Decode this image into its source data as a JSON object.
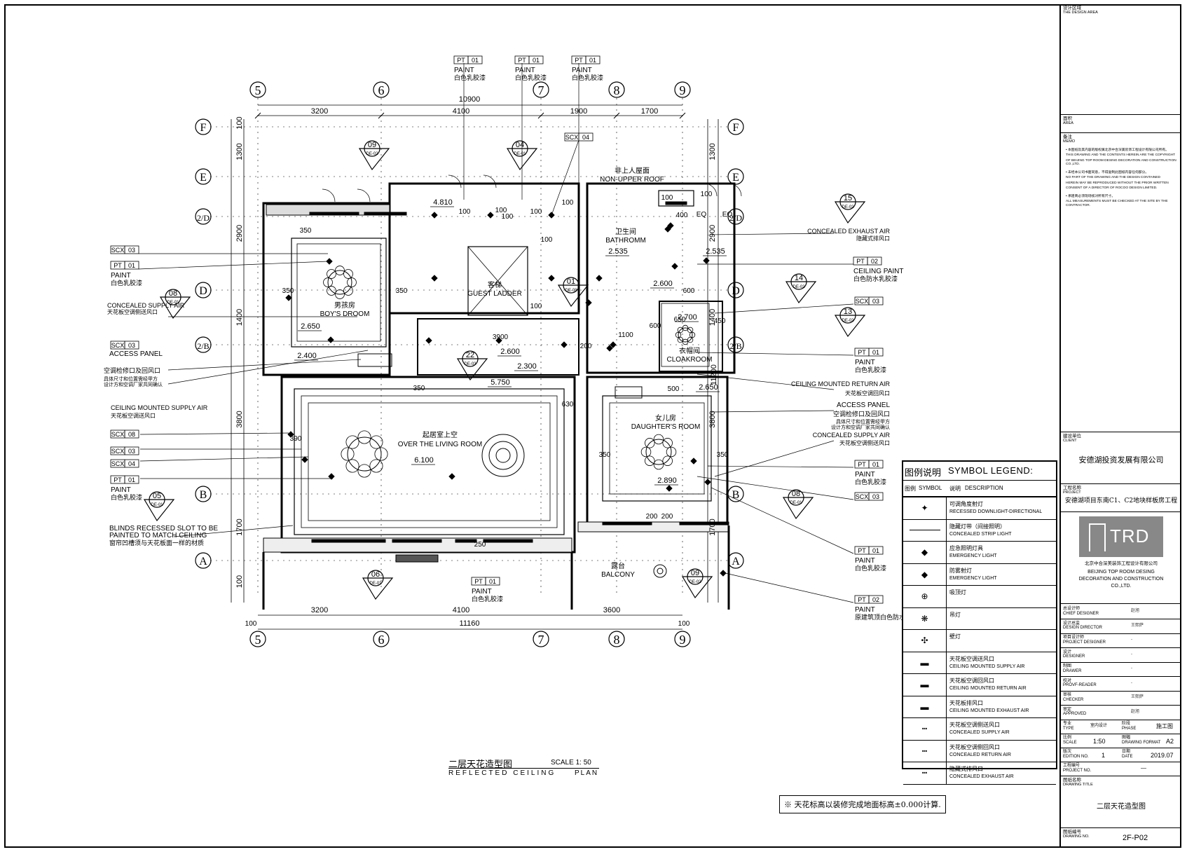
{
  "grid": {
    "columns": [
      "5",
      "6",
      "7",
      "8",
      "9"
    ],
    "rows": [
      "F",
      "E",
      "2/D",
      "D",
      "2/B",
      "B",
      "A"
    ]
  },
  "dims": {
    "top_total": "10900",
    "top_segments": [
      "3200",
      "4100",
      "1900",
      "1700"
    ],
    "bottom_total": "11160",
    "bottom_segments": [
      "3200",
      "4100",
      "3600"
    ],
    "bottom_edges": [
      "100",
      "100"
    ],
    "left_segments": [
      "100",
      "1300",
      "2900",
      "1400",
      "3800",
      "1700",
      "100"
    ],
    "right_total": "11200",
    "right_segments": [
      "1300",
      "2900",
      "1400",
      "3800",
      "1700"
    ]
  },
  "rooms": {
    "non_upper_roof_zh": "非上人屋面",
    "non_upper_roof_en": "NON-UPPER ROOF",
    "bathroom_zh": "卫生间",
    "bathroom_en": "BATHROMM",
    "boys_room_zh": "男孩房",
    "boys_room_en": "BOY'S  DROOM",
    "guest_ladder_zh": "客梯",
    "guest_ladder_en": "GUEST LADDER",
    "cloakroom_zh": "衣帽间",
    "cloakroom_en": "CLOAKROOM",
    "living_zh": "起居室上空",
    "living_en": "OVER THE LIVING ROOM",
    "daughter_zh": "女儿房",
    "daughter_en": "DAUGHTER'S ROOM",
    "balcony_zh": "露台",
    "balcony_en": "BALCONY"
  },
  "levels": [
    "4.810",
    "2.535",
    "2.535",
    "2.600",
    "2.700",
    "2.650",
    "2.400",
    "2.600",
    "2.300",
    "5.750",
    "2.650",
    "6.100",
    "2.890"
  ],
  "small_dims": [
    "100",
    "100",
    "100",
    "100",
    "350",
    "350",
    "350",
    "100",
    "400",
    "100",
    "600",
    "600",
    "1100",
    "450",
    "650",
    "3900",
    "200",
    "500",
    "350",
    "390",
    "350",
    "350",
    "630",
    "250",
    "200",
    "200",
    "100",
    "EQ",
    "EQ",
    "100",
    "100"
  ],
  "callouts": [
    {
      "code": "PT",
      "num": "01",
      "en": "PAINT",
      "zh": "白色乳胶漆"
    },
    {
      "code": "PT",
      "num": "01",
      "en": "PAINT",
      "zh": "白色乳胶漆"
    },
    {
      "code": "PT",
      "num": "01",
      "en": "PAINT",
      "zh": "白色乳胶漆"
    },
    {
      "code": "SCX",
      "num": "04"
    },
    {
      "code": "SCX",
      "num": "03"
    },
    {
      "code": "PT",
      "num": "01",
      "en": "PAINT",
      "zh": "白色乳胶漆"
    },
    {
      "code": "SCX",
      "num": "03"
    },
    {
      "code": "SCX",
      "num": "08"
    },
    {
      "code": "SCX",
      "num": "03"
    },
    {
      "code": "SCX",
      "num": "04"
    },
    {
      "code": "PT",
      "num": "01",
      "en": "PAINT",
      "zh": "白色乳胶漆"
    },
    {
      "code": "PT",
      "num": "01",
      "en": "PAINT",
      "zh": "白色乳胶漆"
    },
    {
      "code": "PT",
      "num": "02",
      "en": "CEILING PAINT",
      "zh": "白色防水乳胶漆"
    },
    {
      "code": "SCX",
      "num": "03"
    },
    {
      "code": "PT",
      "num": "01",
      "en": "PAINT",
      "zh": "白色乳胶漆"
    },
    {
      "code": "PT",
      "num": "01",
      "en": "PAINT",
      "zh": "白色乳胶漆"
    },
    {
      "code": "SCX",
      "num": "03"
    },
    {
      "code": "PT",
      "num": "01",
      "en": "PAINT",
      "zh": "白色乳胶漆"
    },
    {
      "code": "PT",
      "num": "02",
      "en": "PAINT",
      "zh": "原建筑顶白色防水乳胶漆"
    }
  ],
  "notes_left": {
    "concealed_supply_en": "CONCEALED SUPPLY AIR",
    "concealed_supply_zh": "天花板空调侧送风口",
    "access_panel_en": "ACCESS PANEL",
    "ac_access_zh": "空调检修口及回风口",
    "ac_access_zh2": "具体尺寸和位置需经甲方",
    "ac_access_zh3": "设计方和空调厂家共同确认",
    "ceiling_supply_en": "CEILING MOUNTED SUPPLY AIR",
    "ceiling_supply_zh": "天花板空调送风口",
    "blinds_en1": "BLINDS RECESSED SLOT TO BE",
    "blinds_en2": "PAINTED TO MATCH CEILING",
    "blinds_zh": "窗帘凹槽须与天花板面一样的材质"
  },
  "notes_right": {
    "exhaust_en": "CONCEALED EXHAUST AIR",
    "exhaust_zh": "隐藏式排风口",
    "return_en": "CEILING MOUNTED RETURN AIR",
    "return_zh": "天花板空调回风口",
    "access_en": "ACCESS PANEL",
    "access_zh": "空调检修口及回风口",
    "access_zh2": "具体尺寸和位置需经甲方",
    "access_zh3": "设计方和空调厂家共同确认",
    "supply_en": "CONCEALED SUPPLY AIR",
    "supply_zh": "天花板空调侧送风口"
  },
  "section_marks": [
    {
      "num": "09",
      "ref": "DE-02"
    },
    {
      "num": "04",
      "ref": "DE-01"
    },
    {
      "num": "15",
      "ref": "DE-02"
    },
    {
      "num": "08",
      "ref": "DE-01"
    },
    {
      "num": "01",
      "ref": "DE-03"
    },
    {
      "num": "14",
      "ref": "DE-02"
    },
    {
      "num": "13",
      "ref": "DE-02"
    },
    {
      "num": "22",
      "ref": "DE-03"
    },
    {
      "num": "05",
      "ref": "DE-01"
    },
    {
      "num": "06",
      "ref": "DE-01"
    },
    {
      "num": "09",
      "ref": "DE-02"
    },
    {
      "num": "08",
      "ref": "DE-01"
    }
  ],
  "drawing_title": {
    "zh": "二层天花造型图",
    "scale": "SCALE  1:  50",
    "en": "REFLECTED  CEILING",
    "en2": "PLAN"
  },
  "note": "※  天花标高以装修完成地面标高±0.000计算.",
  "legend": {
    "title_zh": "图例说明",
    "title_en": "SYMBOL  LEGEND:",
    "col1_zh": "图例",
    "col1_en": "SYMBOL",
    "col2_zh": "说明",
    "col2_en": "DESCRIPTION",
    "items": [
      {
        "icon": "directional-downlight-icon",
        "glyph": "✦",
        "zh": "可调角度射灯",
        "en": "RECESSED DOWNLIGHT-DIRECTIONAL"
      },
      {
        "icon": "strip-light-icon",
        "glyph": "",
        "zh": "隐藏灯带（间接照明）",
        "en": "CONCEALED STRIP LIGHT"
      },
      {
        "icon": "emergency-light-icon",
        "glyph": "◆",
        "zh": "应急照明灯具",
        "en": "EMERGENCY LIGHT"
      },
      {
        "icon": "fog-light-icon",
        "glyph": "◆",
        "zh": "防雾射灯",
        "en": "EMERGENCY LIGHT"
      },
      {
        "icon": "ceiling-lamp-icon",
        "glyph": "⊕",
        "zh": "吸顶灯",
        "en": ""
      },
      {
        "icon": "chandelier-icon",
        "glyph": "❋",
        "zh": "吊灯",
        "en": ""
      },
      {
        "icon": "wall-lamp-icon",
        "glyph": "✣",
        "zh": "壁灯",
        "en": ""
      },
      {
        "icon": "supply-air-icon",
        "glyph": "▬",
        "zh": "天花板空调送风口",
        "en": "CEILING MOUNTED SUPPLY AIR"
      },
      {
        "icon": "return-air-icon",
        "glyph": "▬",
        "zh": "天花板空调回风口",
        "en": "CEILING MOUNTED RETURN AIR"
      },
      {
        "icon": "exhaust-air-icon",
        "glyph": "▬",
        "zh": "天花板排风口",
        "en": "CEILING MOUNTED EXHAUST AIR"
      },
      {
        "icon": "concealed-supply-icon",
        "glyph": "┅",
        "zh": "天花板空调侧送风口",
        "en": "CONCEALED SUPPLY AIR"
      },
      {
        "icon": "concealed-return-icon",
        "glyph": "┅",
        "zh": "天花板空调侧回风口",
        "en": "CONCEALED RETURN AIR"
      },
      {
        "icon": "concealed-exhaust-icon",
        "glyph": "┅",
        "zh": "隐藏式排风口",
        "en": "CONCEALED EXHAUST AIR"
      }
    ]
  },
  "title_block": {
    "design_area_zh": "设计区域",
    "design_area_en": "THE DESIGN AREA",
    "area_zh": "面积",
    "area_en": "AREA",
    "memo_zh": "备注",
    "memo_en": "MEMO",
    "memo_lines": [
      "• 本图纸及其内容的版权属北京中合深美装饰工程设计有限公司所有。",
      "THIS DRAWING AND THE CONTENTS HEREIN ARE THE COPYRIGHT",
      "OF BEIJING TOP ROOM DESING DECORATION AND CONSTRUCTION CO.,LTD.",
      "• 未经本公司书面同意，不得复制此图纸内容任何部分。",
      "NO PART OF THE DRAWING AND THE DESIGN CONTAINED",
      "HEREIN MAY BE REPRODUCED WITHOUT THE PRIOR WRITTEN",
      "CONSENT OF A DIRECTOR OF ROCOO DESIGN LIMITED.",
      "• 承建商必须现场核对所有尺寸。",
      "ALL MEASUREMENTS MUST BE CHECKED AT THE SITE BY THE CONTRACTOR."
    ],
    "client_zh": "建设单位",
    "client_en": "CLIENT",
    "client_name": "安德湖投资发展有限公司",
    "project_zh": "工程名称",
    "project_en": "PROJECT",
    "project_name": "安德湖项目东南C1、C2地块样板房工程",
    "logo_text": "TRD",
    "company_zh": "北京中合深美装饰工程设计有限公司",
    "company_en1": "BEIJING TOP ROOM DESING",
    "company_en2": "DECORATION AND CONSTRUCTION",
    "company_en3": "CO.,LTD.",
    "staff": [
      {
        "zh": "总设计师",
        "en": "CHIEF DESIGNER",
        "name": "赵旭"
      },
      {
        "zh": "设计总监",
        "en": "DESIGN DIRECTOR",
        "name": "王熙萨"
      },
      {
        "zh": "项目设计师",
        "en": "PROJECT DESIGNER",
        "name": "-"
      },
      {
        "zh": "设计",
        "en": "DESIGNER",
        "name": "-"
      },
      {
        "zh": "制图",
        "en": "DRAWER",
        "name": "-"
      },
      {
        "zh": "校对",
        "en": "PROVF-READER",
        "name": "-"
      },
      {
        "zh": "审核",
        "en": "CHECKER",
        "name": "王熙萨"
      },
      {
        "zh": "审定",
        "en": "APPROVED",
        "name": "赵旭"
      }
    ],
    "type_zh": "专业",
    "type_en": "TYPE",
    "type_val": "室内设计",
    "phase_zh": "阶段",
    "phase_en": "PHASE",
    "phase_val": "施工图",
    "scale_zh": "比例",
    "scale_en": "SCALE",
    "scale_val": "1:50",
    "format_zh": "图幅",
    "format_en": "DRAWING FORMAT",
    "format_val": "A2",
    "edition_zh": "版次",
    "edition_en": "EDITION NO.",
    "edition_val": "1",
    "date_zh": "日期",
    "date_en": "DATE",
    "date_val": "2019.07",
    "projno_zh": "工程编号",
    "projno_en": "PROJECT NO.",
    "projno_val": "—",
    "title_zh": "图纸名称",
    "title_en": "DRAWING TITLE",
    "title_val": "二层天花造型图",
    "drawno_zh": "图纸编号",
    "drawno_en": "DRAWING NO.",
    "drawno_val": "2F-P02"
  }
}
